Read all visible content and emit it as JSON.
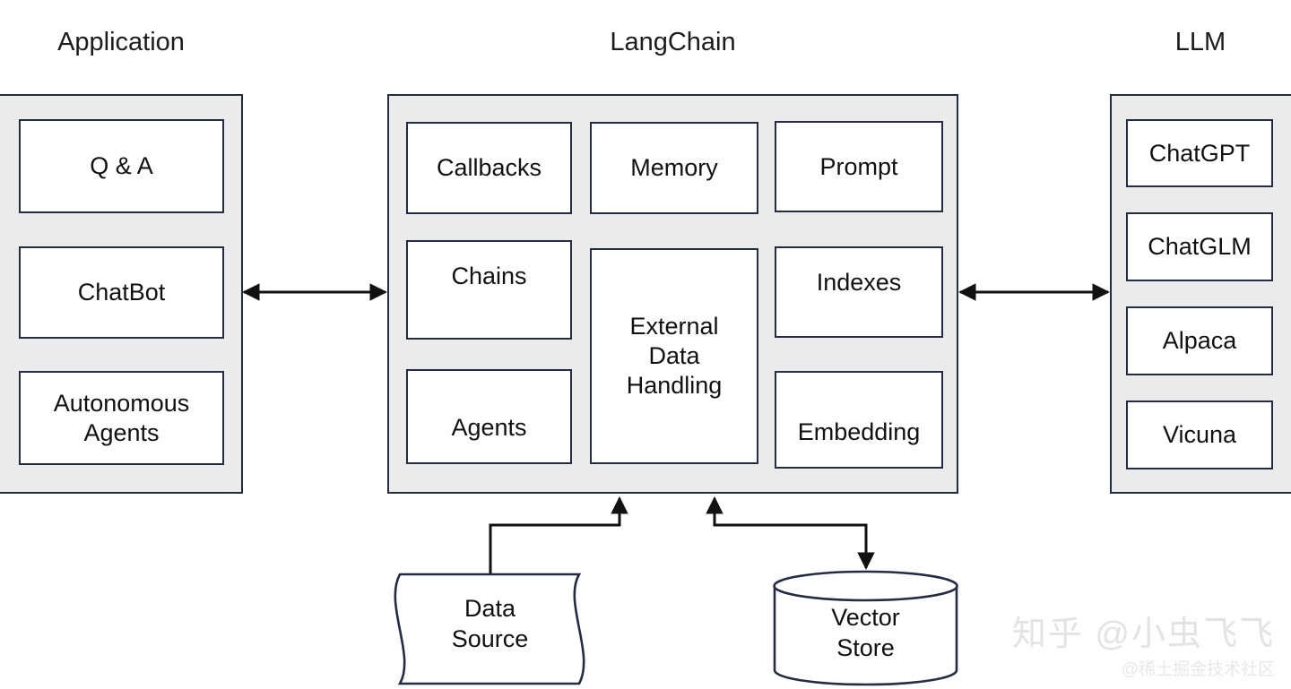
{
  "diagram": {
    "title_application": "Application",
    "title_langchain": "LangChain",
    "title_llm": "LLM"
  },
  "colors": {
    "border": "#252b42",
    "panel_fill": "#ebebec",
    "box_fill": "#ffffff",
    "arrow": "#111111",
    "watermark": "#e3e3e4"
  },
  "application": {
    "boxes": [
      {
        "label": "Q & A"
      },
      {
        "label": "ChatBot"
      },
      {
        "label": "Autonomous\nAgents"
      }
    ]
  },
  "langchain": {
    "left_column": [
      {
        "label": "Callbacks"
      },
      {
        "label": "Chains"
      },
      {
        "label": "Agents"
      }
    ],
    "middle_column": [
      {
        "label": "Memory"
      },
      {
        "label": "External\nData\nHandling"
      }
    ],
    "right_column": [
      {
        "label": "Prompt"
      },
      {
        "label": "Indexes"
      },
      {
        "label": "Embedding"
      }
    ]
  },
  "llm": {
    "boxes": [
      {
        "label": "ChatGPT"
      },
      {
        "label": "ChatGLM"
      },
      {
        "label": "Alpaca"
      },
      {
        "label": "Vicuna"
      }
    ]
  },
  "sources": {
    "data_source": {
      "label": "Data\nSource",
      "shape": "tape"
    },
    "vector_store": {
      "label": "Vector\nStore",
      "shape": "cylinder"
    }
  },
  "connectors": [
    {
      "name": "application-langchain",
      "type": "double-arrow",
      "orientation": "horizontal"
    },
    {
      "name": "langchain-llm",
      "type": "double-arrow",
      "orientation": "horizontal"
    },
    {
      "name": "data-source-to-langchain",
      "type": "arrow",
      "direction": "up"
    },
    {
      "name": "langchain-to-vector-store",
      "type": "arrow",
      "direction": "down"
    },
    {
      "name": "vector-store-to-langchain",
      "type": "arrow",
      "direction": "up"
    }
  ],
  "watermarks": {
    "main": "知乎 @小虫飞飞",
    "sub": "@稀土掘金技术社区"
  }
}
